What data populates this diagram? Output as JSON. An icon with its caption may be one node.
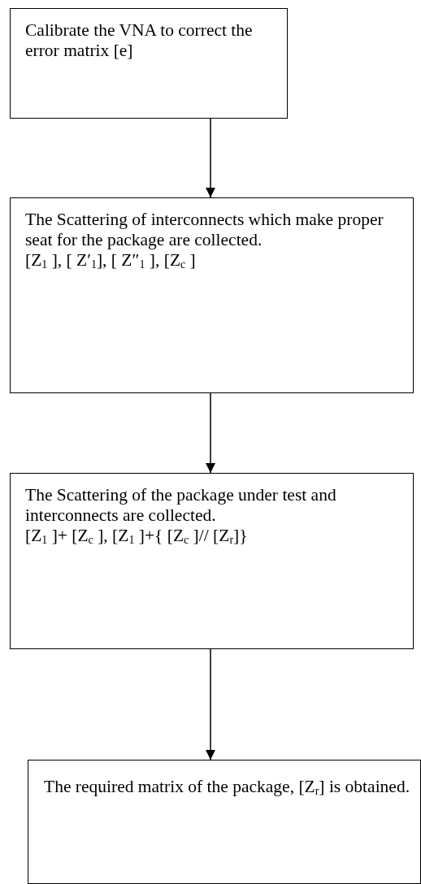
{
  "diagram": {
    "nodes": [
      {
        "text": [
          "Calibrate the VNA to correct the error matrix [e]"
        ]
      },
      {
        "text": [
          "The Scattering of interconnects which make proper seat for the package are collected.",
          "[Z$_{1}$ ], [ Z′$_{1}$], [ Z″$_{1}$ ], [Z$_{c}$ ]"
        ]
      },
      {
        "text": [
          "The Scattering of the package under test and interconnects are collected.",
          "[Z$_{1}$ ]+ [Z$_{c}$ ],  [Z$_{1}$ ]+{ [Z$_{c}$ ]// [Z$_{r}$]}"
        ]
      },
      {
        "text": [
          "The required matrix of the package, [Z$_{r}$]  is obtained."
        ]
      }
    ],
    "edges": [
      {
        "from": 0,
        "to": 1,
        "arrow": "to"
      },
      {
        "from": 1,
        "to": 2,
        "arrow": "to"
      },
      {
        "from": 2,
        "to": 3,
        "arrow": "to"
      }
    ]
  }
}
